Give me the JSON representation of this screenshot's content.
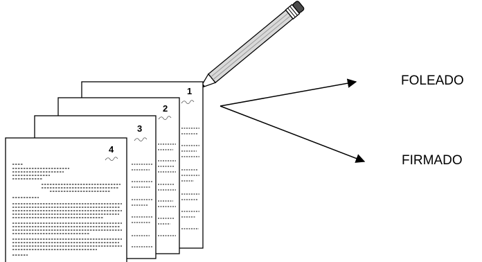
{
  "pages": [
    {
      "number": "1"
    },
    {
      "number": "2"
    },
    {
      "number": "3"
    },
    {
      "number": "4"
    }
  ],
  "labels": {
    "top": "FOLEADO",
    "bottom": "FIRMADO"
  },
  "colors": {
    "ink": "#000000",
    "paper": "#ffffff",
    "pencil_body": "#d9d9d9",
    "pencil_eraser": "#4a4a4a"
  },
  "icons": {
    "pencil": "pencil-icon",
    "signature": "signature-scribble-icon"
  }
}
